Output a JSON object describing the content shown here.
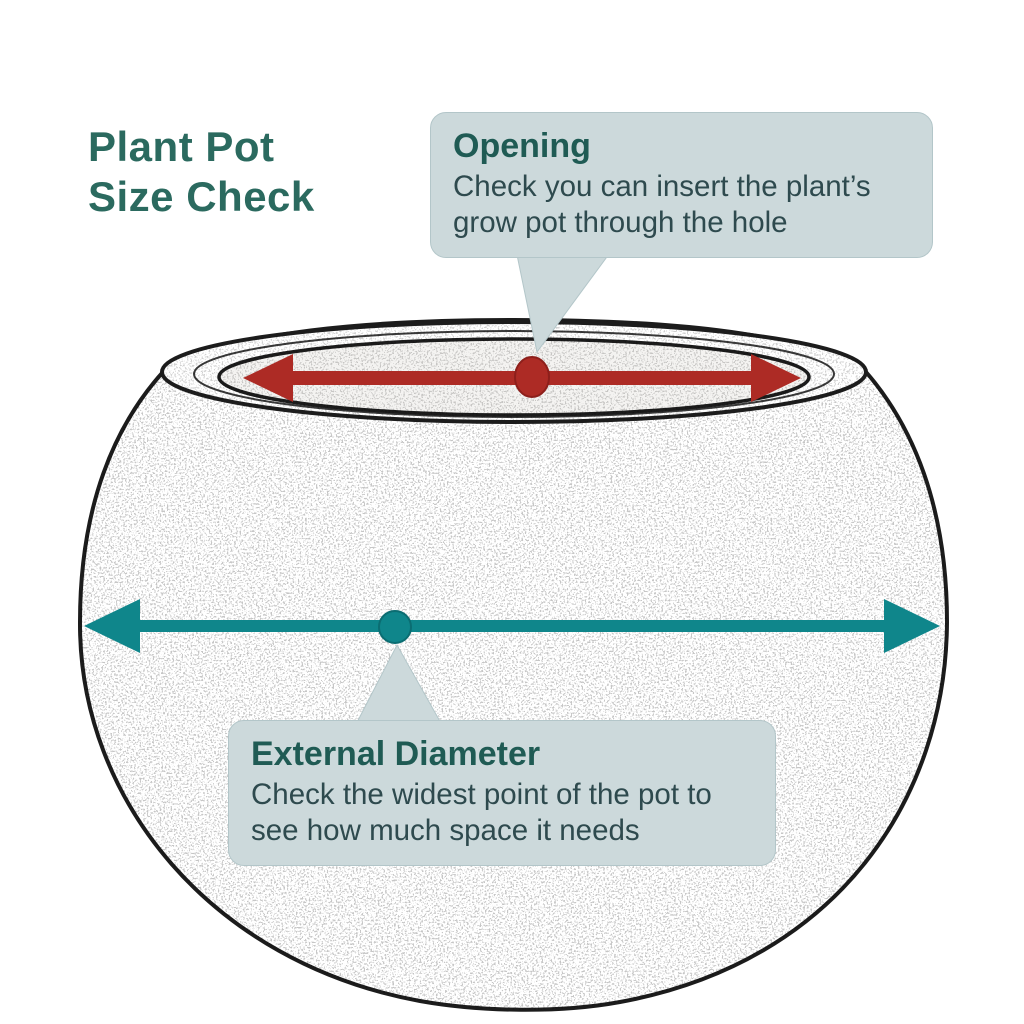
{
  "title": {
    "line1": "Plant Pot",
    "line2": "Size Check"
  },
  "callouts": {
    "opening": {
      "heading": "Opening",
      "body": "Check you can insert the plant’s grow pot through the hole"
    },
    "external": {
      "heading": "External Diameter",
      "body": "Check the widest point of the pot to see how much space it needs"
    }
  },
  "markers": {
    "opening_marker": "red-dot",
    "external_marker": "teal-dot"
  },
  "colors": {
    "accent_red": "#ad2b25",
    "accent_teal": "#0f868b",
    "callout_bg": "#ccd9db",
    "title_text": "#2b6a5f",
    "heading_text": "#1f5b54",
    "body_text": "#2e4a4e",
    "sketch_ink": "#1c1c1c"
  }
}
